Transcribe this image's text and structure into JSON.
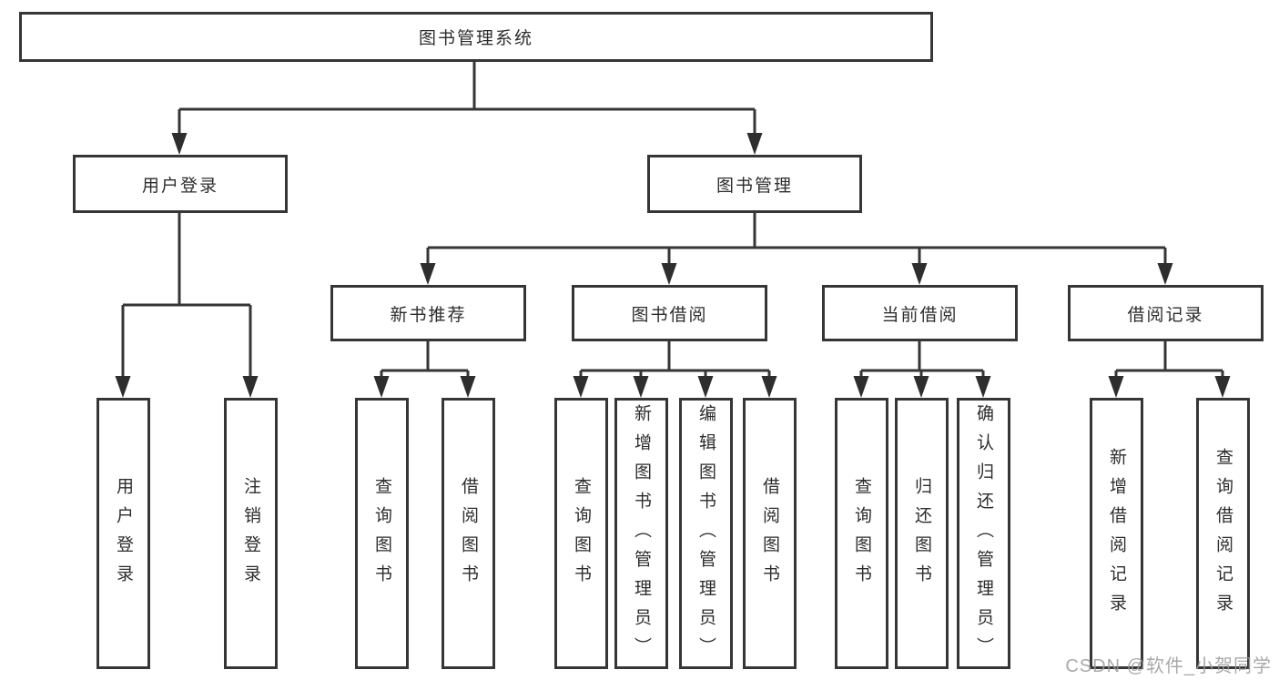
{
  "tree": {
    "root": "图书管理系统",
    "branches": [
      {
        "label": "用户登录",
        "children": [
          "用户登录",
          "注销登录"
        ]
      },
      {
        "label": "图书管理",
        "children": [
          {
            "label": "新书推荐",
            "children": [
              "查询图书",
              "借阅图书"
            ]
          },
          {
            "label": "图书借阅",
            "children": [
              "查询图书",
              "新增图书（管理员）",
              "编辑图书（管理员）",
              "借阅图书"
            ]
          },
          {
            "label": "当前借阅",
            "children": [
              "查询图书",
              "归还图书",
              "确认归还（管理员）"
            ]
          },
          {
            "label": "借阅记录",
            "children": [
              "新增借阅记录",
              "查询借阅记录"
            ]
          }
        ]
      }
    ]
  },
  "colors": {
    "line": "#363636",
    "box_border": "#363636",
    "text": "#2d2d2d",
    "watermark": "#9b9b9b",
    "background": "#ffffff"
  },
  "watermark": {
    "text": "CSDN @软件_小贺同学"
  }
}
